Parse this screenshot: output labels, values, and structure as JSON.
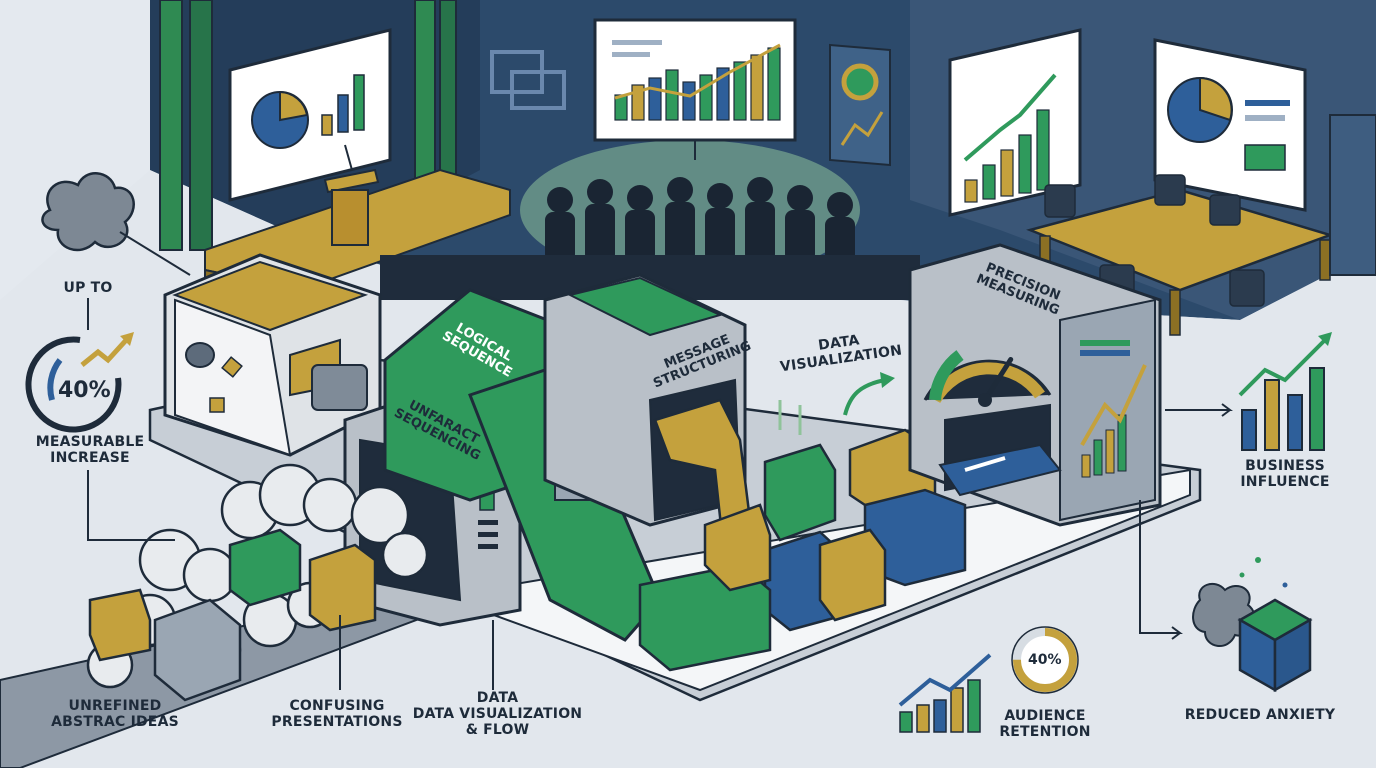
{
  "labels": {
    "up_to": "UP TO",
    "measurable_increase": [
      "MEASURABLE",
      "INCREASE"
    ],
    "unrefined_ideas": [
      "UNREFINED",
      "ABSTRAC IDEAS"
    ],
    "confusing_presentations": [
      "CONFUSING",
      "PRESENTATIONS"
    ],
    "data_flow": [
      "DATA",
      "DATA VISUALIZATION",
      "& FLOW"
    ],
    "audience_retention": [
      "AUDIENCE",
      "RETENTION"
    ],
    "reduced_anxiety": "REDUCED ANXIETY",
    "business_influence": [
      "BUSINESS",
      "INFLUENCE"
    ],
    "data_visualization": [
      "DATA",
      "VISUALIZATION"
    ]
  },
  "machine_labels": {
    "unfaract_sequencing": [
      "UNFARACT",
      "SEQUENCING"
    ],
    "logical_sequence": [
      "LOGICAL",
      "SEQUENCE"
    ],
    "message_structuring": [
      "MESSAGE",
      "STRUCTURING"
    ],
    "precision_measuring": [
      "PRECISION",
      "MEASURING"
    ]
  },
  "metrics": {
    "increase_pct": "40%",
    "retention_pct": "40%",
    "retention_fraction": 0.75,
    "gauge_fraction": 0.68
  },
  "colors": {
    "green": "#2f9a5c",
    "gold": "#c4a13d",
    "blue": "#2e5f9a",
    "navy": "#1e2b3a",
    "gray": "#b9c0c8",
    "wall": "#2c4a6b"
  },
  "icons": [
    "gauge-icon",
    "trend-arrow-icon",
    "bar-chart-icon",
    "pie-chart-icon",
    "cloud-icon",
    "cube-icon",
    "podium-icon",
    "audience-icon"
  ]
}
